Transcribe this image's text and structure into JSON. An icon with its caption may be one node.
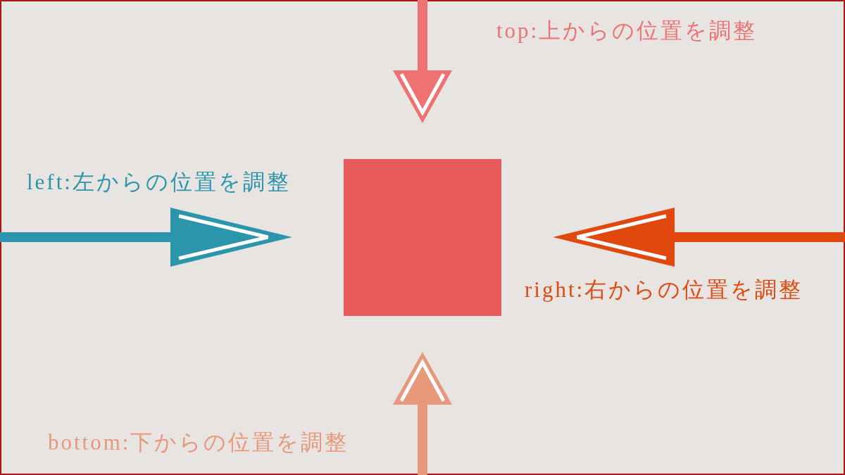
{
  "diagram": {
    "nodes": [
      {
        "text": [],
        "shape": "box"
      }
    ],
    "labels": [
      "top:上からの位置を調整",
      "left:左からの位置を調整",
      "right:右からの位置を調整",
      "bottom:下からの位置を調整"
    ]
  }
}
